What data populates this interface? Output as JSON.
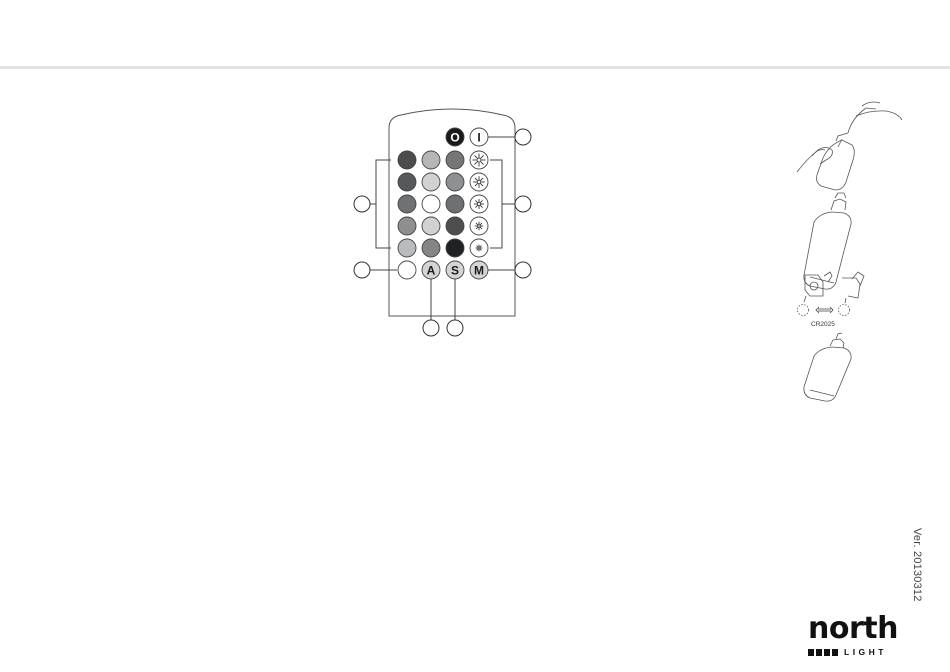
{
  "remote": {
    "power_buttons": [
      {
        "name": "off-button",
        "label": "O"
      },
      {
        "name": "on-button",
        "label": "I"
      }
    ],
    "color_rows": [
      [
        "#4a4c4e",
        "#b4b6b8",
        "#747678"
      ],
      [
        "#56585a",
        "#cfd1d3",
        "#8e9092"
      ],
      [
        "#6f7173",
        "#ffffff",
        "#6e7072"
      ],
      [
        "#8d8f91",
        "#cfd1d3",
        "#4c4e50"
      ],
      [
        "#b9bbbd",
        "#838587",
        "#202122"
      ]
    ],
    "bottom_buttons": [
      {
        "name": "blank-button",
        "label": ""
      },
      {
        "name": "auto-button",
        "label": "A"
      },
      {
        "name": "smooth-button",
        "label": "S"
      },
      {
        "name": "mode-button",
        "label": "M"
      }
    ]
  },
  "battery": {
    "label": "CR2025"
  },
  "version": "Ver. 20130312",
  "logo": {
    "word": "north",
    "sub": "LIGHT"
  }
}
